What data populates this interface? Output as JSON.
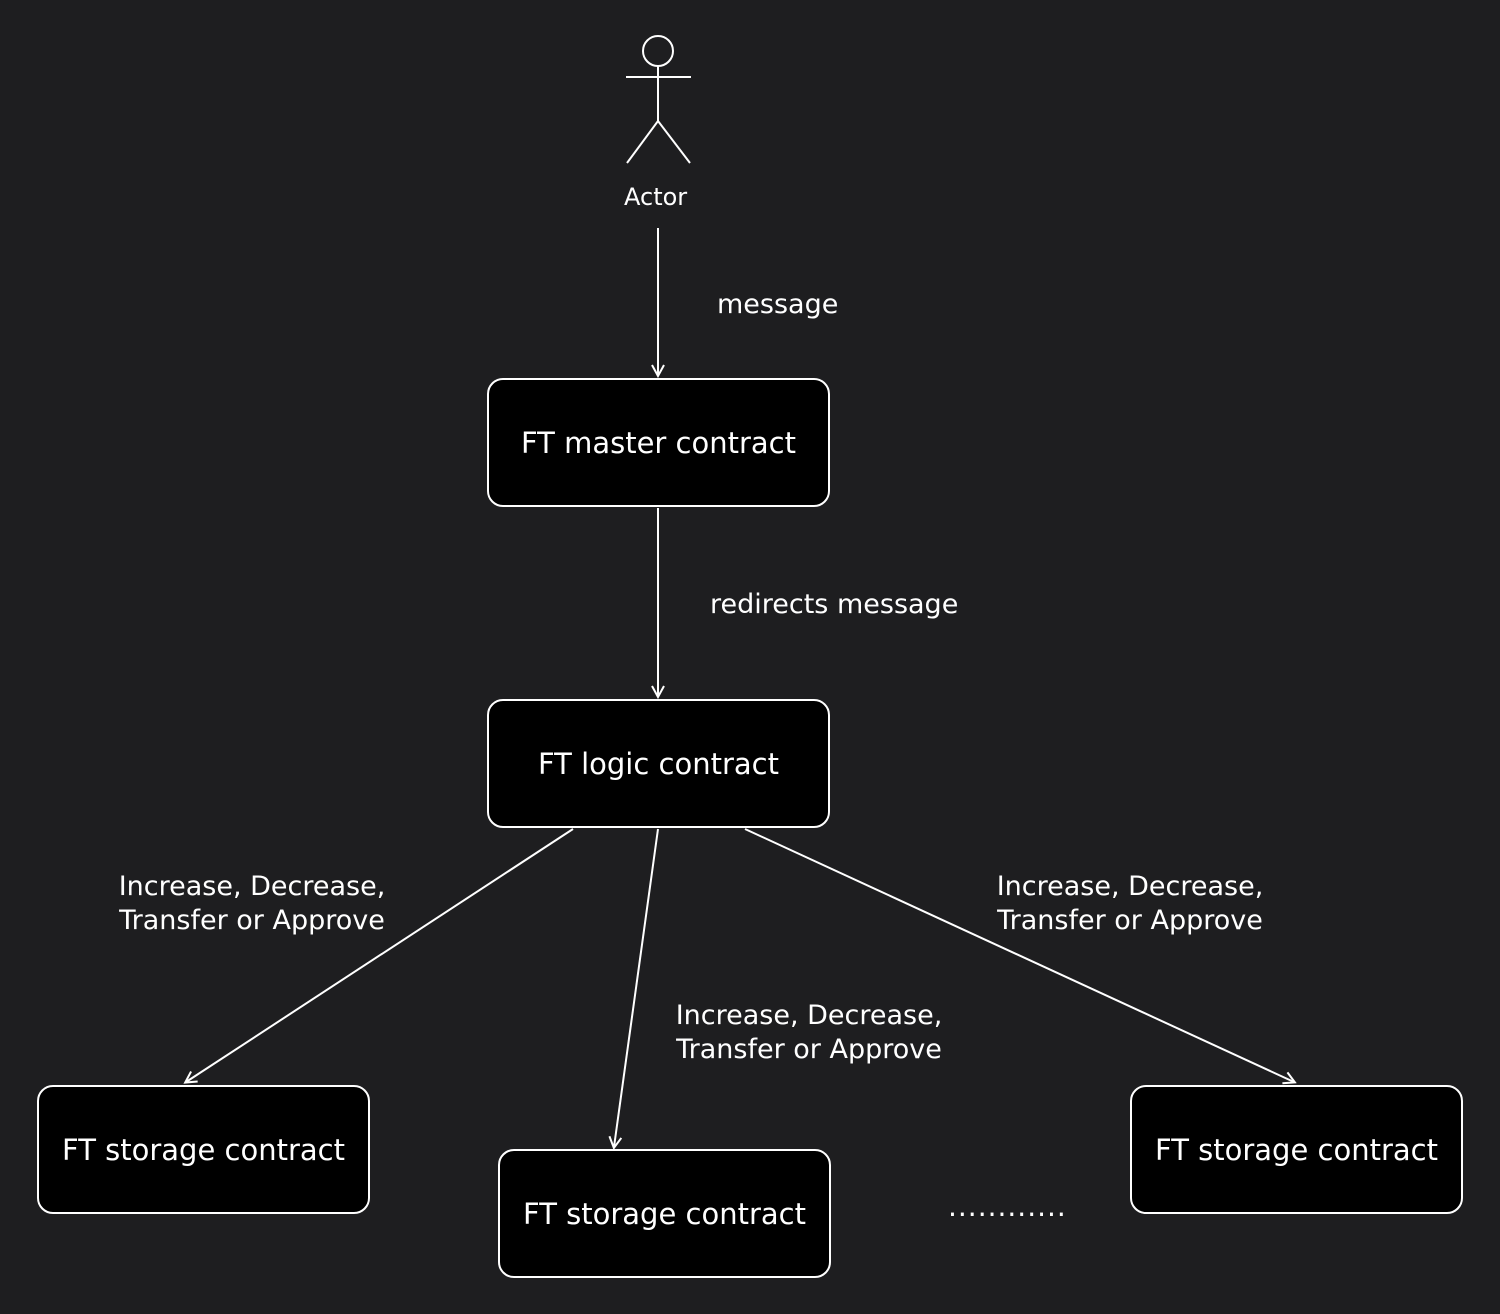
{
  "actor": {
    "label": "Actor"
  },
  "nodes": {
    "master": "FT master contract",
    "logic": "FT logic contract",
    "storage_left": "FT storage contract",
    "storage_middle": "FT storage contract",
    "storage_right": "FT storage contract"
  },
  "edges": {
    "actor_to_master": "message",
    "master_to_logic": "redirects message",
    "logic_to_storage_left": [
      "Increase, Decrease,",
      "Transfer or Approve"
    ],
    "logic_to_storage_middle": [
      "Increase, Decrease,",
      "Transfer or Approve"
    ],
    "logic_to_storage_right": [
      "Increase, Decrease,",
      "Transfer or Approve"
    ]
  },
  "more_indicator": "............",
  "colors": {
    "background": "#1e1e20",
    "node_fill": "#000000",
    "stroke": "#ffffff",
    "text": "#ffffff"
  }
}
